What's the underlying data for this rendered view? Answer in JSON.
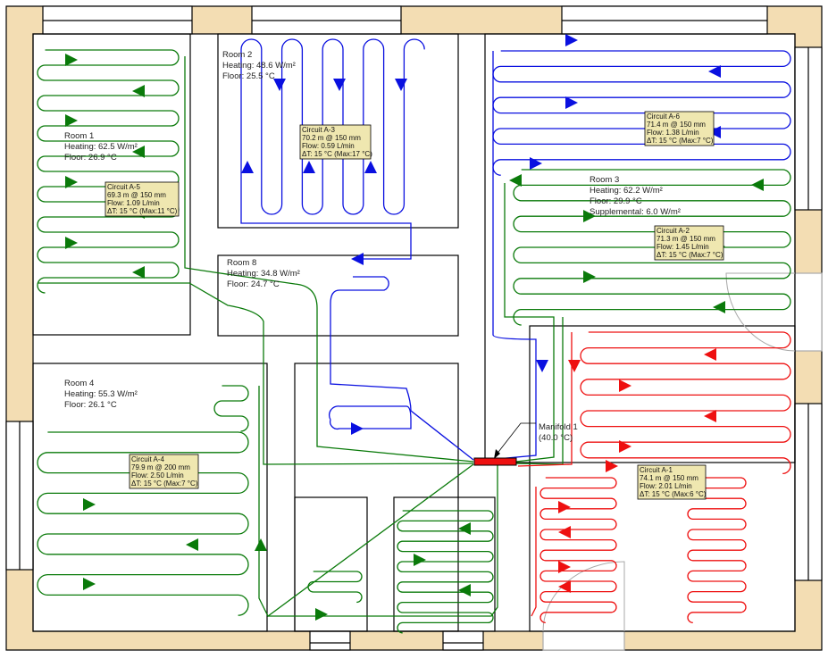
{
  "colors": {
    "wall_fill": "#f3ddb3",
    "circuit_green": "#0a7a0a",
    "circuit_blue": "#0a10e0",
    "circuit_red": "#ee1010",
    "manifold": "#ee1010",
    "tooltip_bg": "#efe7b0",
    "door_arc": "#aaaaaa"
  },
  "rooms": [
    {
      "name": "Room 1",
      "heating": "Heating: 62.5 W/m²",
      "floor": "Floor: 26.9 °C"
    },
    {
      "name": "Room 2",
      "heating": "Heating: 48.6 W/m²",
      "floor": "Floor: 25.5 °C"
    },
    {
      "name": "Room 3",
      "heating": "Heating: 62.2 W/m²",
      "floor": "Floor: 29.9 °C",
      "supplemental": "Supplemental: 6.0 W/m²"
    },
    {
      "name": "Room 4",
      "heating": "Heating: 55.3 W/m²",
      "floor": "Floor: 26.1 °C"
    },
    {
      "name": "Room 8",
      "heating": "Heating: 34.8 W/m²",
      "floor": "Floor: 24.7 °C"
    }
  ],
  "circuits": [
    {
      "id": "Circuit A-1",
      "length": "74.1 m @ 150 mm",
      "flow": "Flow: 2.01 L/min",
      "dt": "ΔT: 15 °C (Max:6 °C)",
      "color": "red"
    },
    {
      "id": "Circuit A-2",
      "length": "71.3 m @ 150 mm",
      "flow": "Flow: 1.45 L/min",
      "dt": "ΔT: 15 °C (Max:7 °C)",
      "color": "green"
    },
    {
      "id": "Circuit A-3",
      "length": "70.2 m @ 150 mm",
      "flow": "Flow: 0.59 L/min",
      "dt": "ΔT: 15 °C (Max:17 °C)",
      "color": "blue"
    },
    {
      "id": "Circuit A-4",
      "length": "79.9 m @ 200 mm",
      "flow": "Flow: 2.50 L/min",
      "dt": "ΔT: 15 °C (Max:7 °C)",
      "color": "green"
    },
    {
      "id": "Circuit A-5",
      "length": "69.3 m @ 150 mm",
      "flow": "Flow: 1.09 L/min",
      "dt": "ΔT: 15 °C (Max:11 °C)",
      "color": "green"
    },
    {
      "id": "Circuit A-6",
      "length": "71.4 m @ 150 mm",
      "flow": "Flow: 1.38 L/min",
      "dt": "ΔT: 15 °C (Max:7 °C)",
      "color": "blue"
    }
  ],
  "manifold": {
    "name": "Manifold 1",
    "temp": "(40.0 °C)"
  }
}
